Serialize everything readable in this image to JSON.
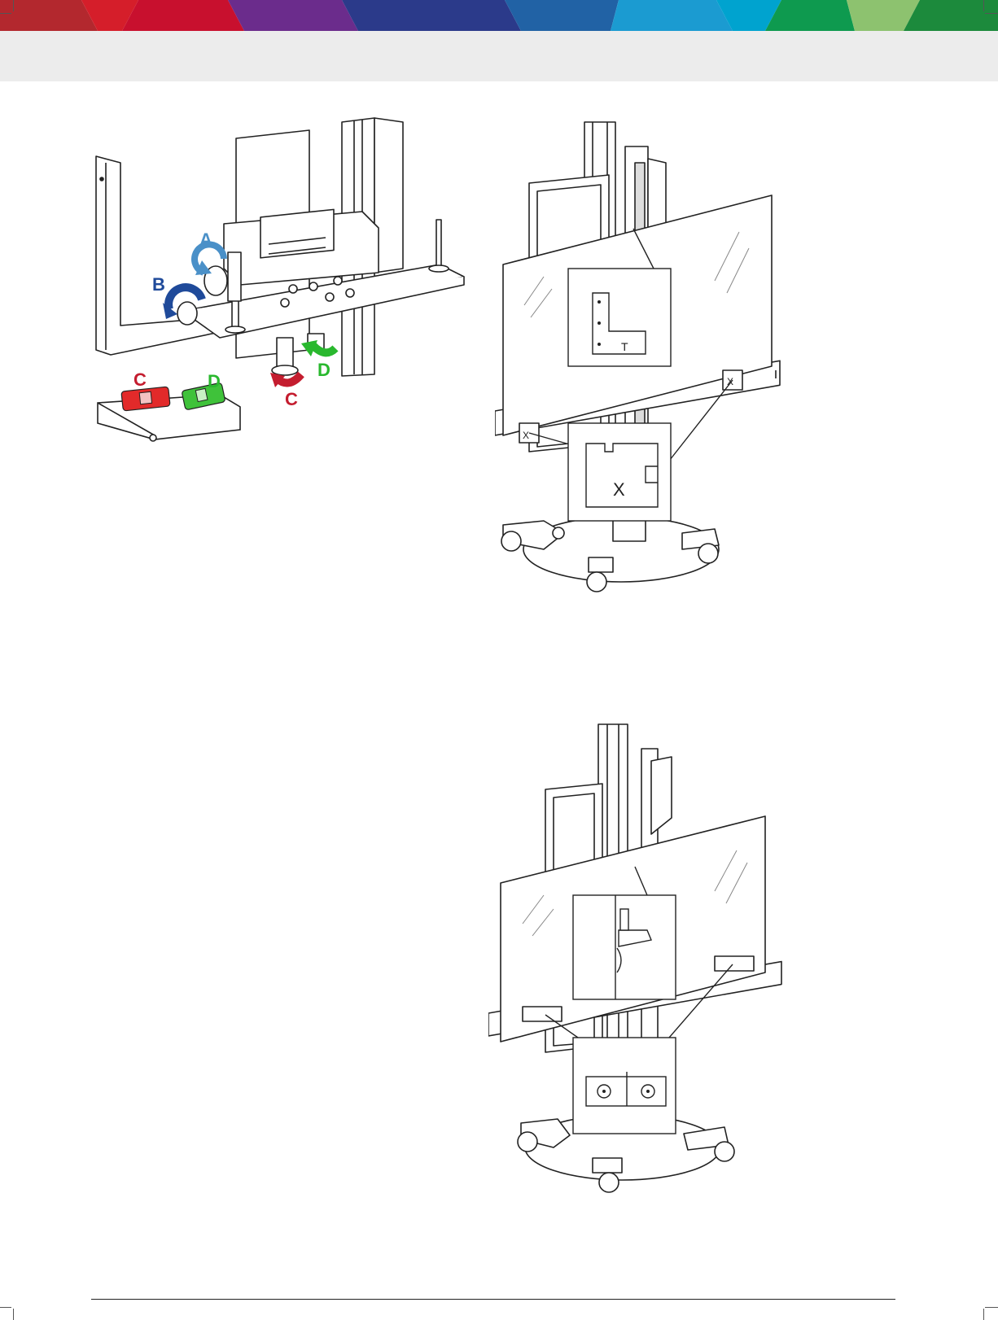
{
  "header": {
    "band_colors": [
      "#b3282e",
      "#d51e2a",
      "#7a2c86",
      "#4c3a8f",
      "#2b3f8f",
      "#2162a5",
      "#2f8ec6",
      "#0aa3cc",
      "#0e9a4f",
      "#8bbf6a",
      "#1c8a3c"
    ]
  },
  "figure_top_left": {
    "labels": {
      "a_blue": "A",
      "b_blue": "B",
      "c_on_level": "C",
      "d_on_level": "D",
      "c_arrow": "C",
      "d_arrow": "D"
    },
    "colors": {
      "A": "#4a90c8",
      "B": "#1f4a9a",
      "C": "#c41d2f",
      "D": "#29b82e"
    }
  },
  "figure_top_right": {
    "callouts": {
      "upper_bracket_mark": "T",
      "lower_bracket_mark": "X",
      "panel_left_tag": "X",
      "panel_right_tag": "X"
    }
  },
  "figure_bottom_right": {}
}
